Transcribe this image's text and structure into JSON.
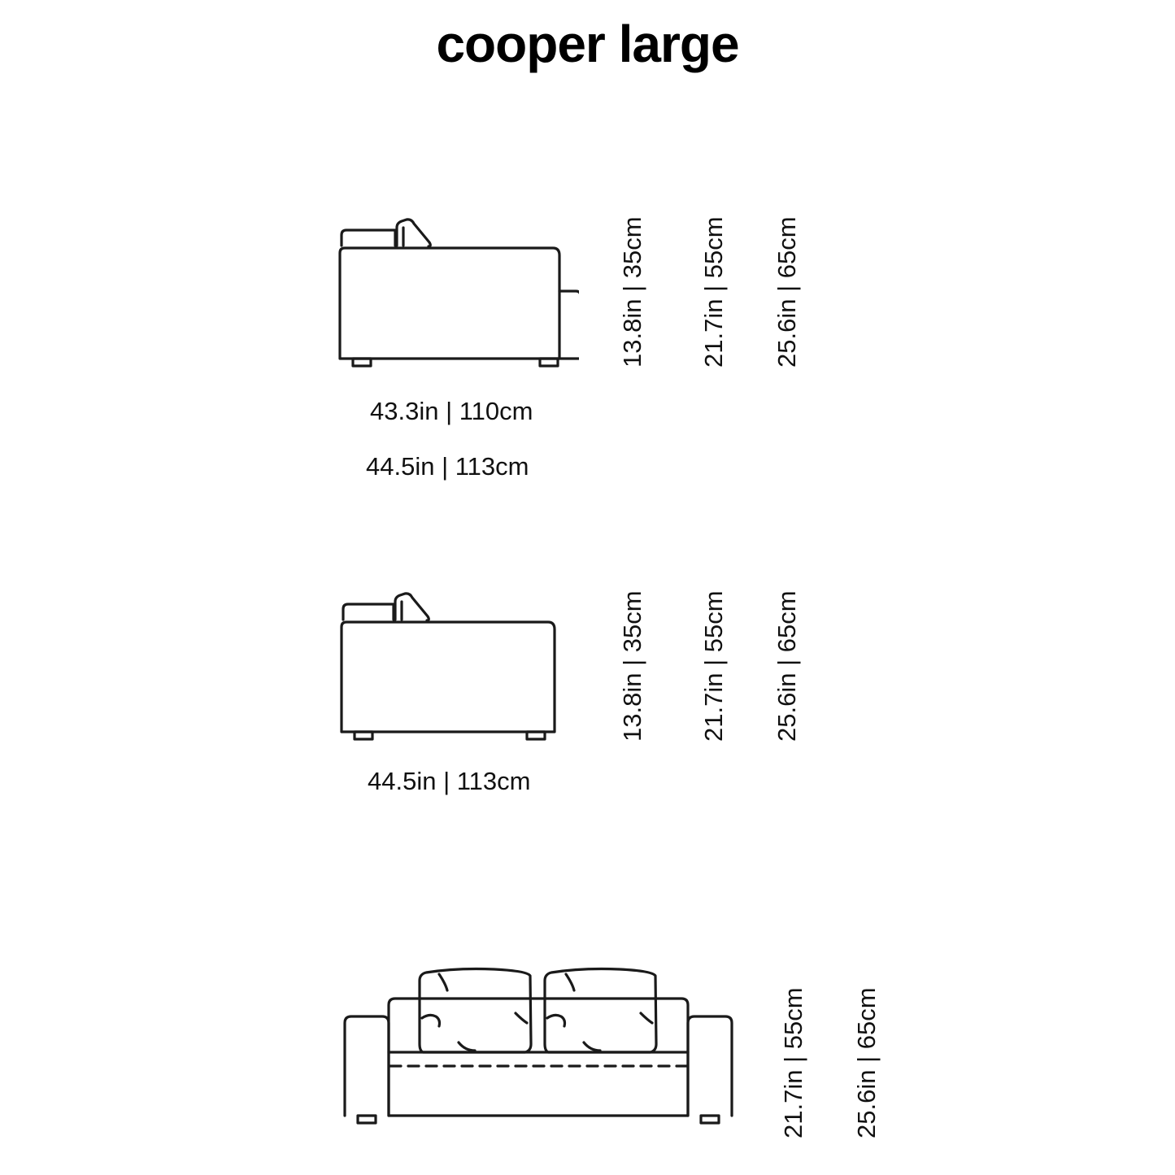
{
  "page": {
    "title": "cooper large",
    "background_color": "#ffffff",
    "line_color": "#1a1a1a",
    "text_color": "#111111"
  },
  "views": [
    {
      "id": "side-view-with-extension",
      "name": "side view with seat extension",
      "horizontal_dimensions": [
        "43.3in | 110cm",
        "44.5in | 113cm"
      ],
      "vertical_dimensions": [
        "13.8in | 35cm",
        "21.7in | 55cm",
        "25.6in | 65cm"
      ]
    },
    {
      "id": "side-view-plain",
      "name": "side view",
      "horizontal_dimensions": [
        "44.5in | 113cm"
      ],
      "vertical_dimensions": [
        "13.8in | 35cm",
        "21.7in | 55cm",
        "25.6in | 65cm"
      ]
    },
    {
      "id": "front-view",
      "name": "front view",
      "horizontal_dimensions": [],
      "vertical_dimensions": [
        "21.7in | 55cm",
        "25.6in | 65cm"
      ]
    }
  ],
  "dims": {
    "v1_a": "13.8in | 35cm",
    "v1_b": "21.7in | 55cm",
    "v1_c": "25.6in | 65cm",
    "h1_a": "43.3in | 110cm",
    "h1_b": "44.5in | 113cm",
    "v2_a": "13.8in | 35cm",
    "v2_b": "21.7in | 55cm",
    "v2_c": "25.6in | 65cm",
    "h2_a": "44.5in | 113cm",
    "v3_a": "21.7in | 55cm",
    "v3_b": "25.6in | 65cm"
  }
}
